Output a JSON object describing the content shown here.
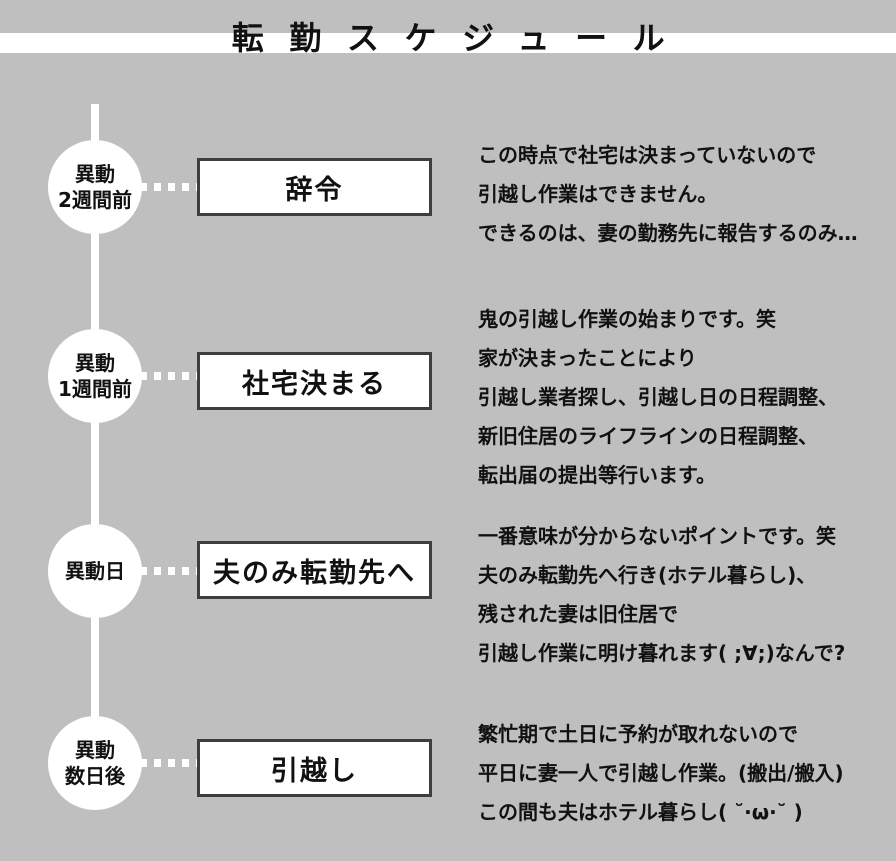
{
  "title": "転勤スケジュール",
  "colors": {
    "bg": "#bfbfbf",
    "stripe": "#ffffff",
    "node": "#ffffff",
    "line": "#ffffff",
    "box-fill": "#ffffff",
    "box-border": "#3e3e3e",
    "text": "#111111"
  },
  "rows": [
    {
      "time": [
        "異動",
        "2週間前"
      ],
      "event": "辞令",
      "desc": [
        "この時点で社宅は決まっていないので",
        "引越し作業はできません。",
        "できるのは、妻の勤務先に報告するのみ…"
      ]
    },
    {
      "time": [
        "異動",
        "1週間前"
      ],
      "event": "社宅決まる",
      "desc": [
        "鬼の引越し作業の始まりです。笑",
        "家が決まったことにより",
        "引越し業者探し、引越し日の日程調整、",
        "新旧住居のライフラインの日程調整、",
        "転出届の提出等行います。"
      ]
    },
    {
      "time": [
        "異動日"
      ],
      "event": "夫のみ転勤先へ",
      "desc": [
        "一番意味が分からないポイントです。笑",
        "夫のみ転勤先へ行き(ホテル暮らし)、",
        "残された妻は旧住居で",
        "引越し作業に明け暮れます( ;∀;)なんで?"
      ]
    },
    {
      "time": [
        "異動",
        "数日後"
      ],
      "event": "引越し",
      "desc": [
        "繁忙期で土日に予約が取れないので",
        "平日に妻一人で引越し作業。(搬出/搬入)",
        "この間も夫はホテル暮らし( ˘·ω·˘ )"
      ]
    }
  ]
}
